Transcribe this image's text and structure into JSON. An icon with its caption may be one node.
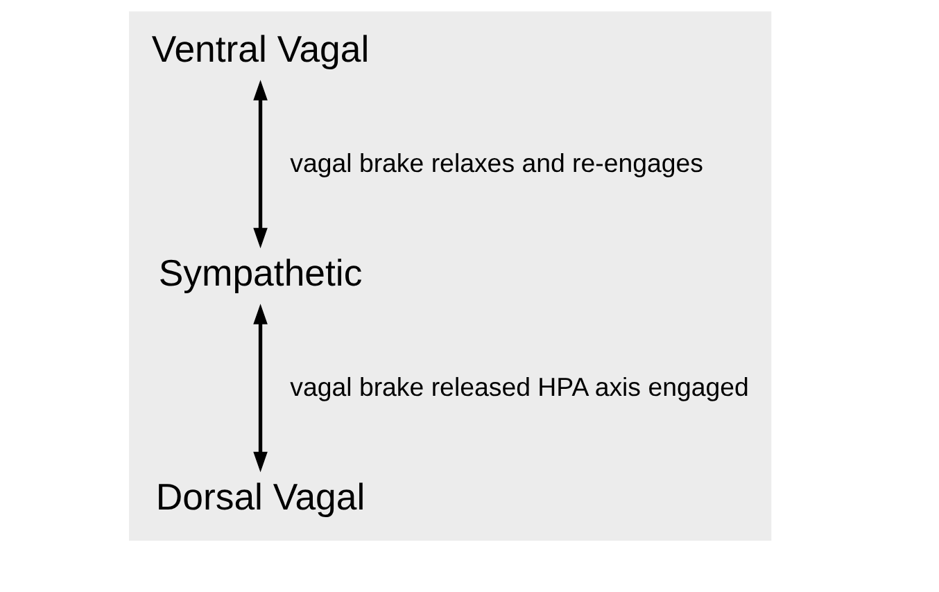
{
  "diagram": {
    "nodes": [
      {
        "text": [
          "Ventral Vagal"
        ]
      },
      {
        "text": [
          "Sympathetic"
        ]
      },
      {
        "text": [
          "Dorsal Vagal"
        ]
      }
    ],
    "edges": [
      {
        "from": 0,
        "to": 1,
        "arrow": "both",
        "label": "vagal brake relaxes and re-engages"
      },
      {
        "from": 1,
        "to": 2,
        "arrow": "both",
        "label": "vagal brake released HPA axis engaged"
      }
    ]
  }
}
